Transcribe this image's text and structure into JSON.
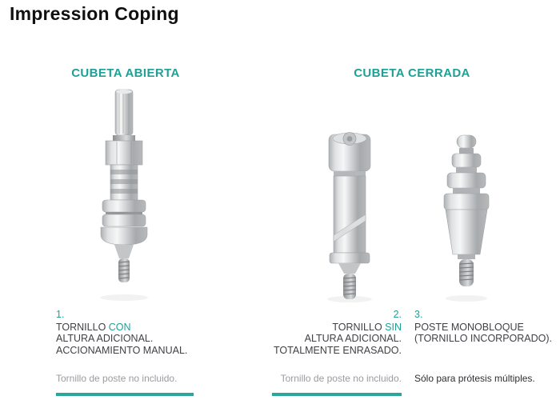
{
  "page": {
    "title": "Impression Coping"
  },
  "sections": {
    "open_tray": {
      "header": "CUBETA ABIERTA"
    },
    "closed_tray": {
      "header": "CUBETA CERRADA"
    }
  },
  "items": [
    {
      "number": "1.",
      "line1_pre": "TORNILLO ",
      "line1_highlight": "CON",
      "line2": "ALTURA ADICIONAL.",
      "line3": "ACCIONAMIENTO MANUAL.",
      "note": "Tornillo de poste no incluido."
    },
    {
      "number": "2.",
      "line1_pre": "TORNILLO ",
      "line1_highlight": "SIN",
      "line2": "ALTURA ADICIONAL.",
      "line3": "TOTALMENTE ENRASADO.",
      "note": "Tornillo de poste no incluido."
    },
    {
      "number": "3.",
      "line1": "POSTE MONOBLOQUE",
      "line2": "(TORNILLO INCORPORADO).",
      "note": "Sólo para prótesis múltiples."
    }
  ],
  "colors": {
    "accent": "#1fa096",
    "bar": "#2aa79d"
  },
  "images": [
    "open-tray-impression-coping",
    "closed-tray-impression-coping",
    "monobloc-post"
  ]
}
